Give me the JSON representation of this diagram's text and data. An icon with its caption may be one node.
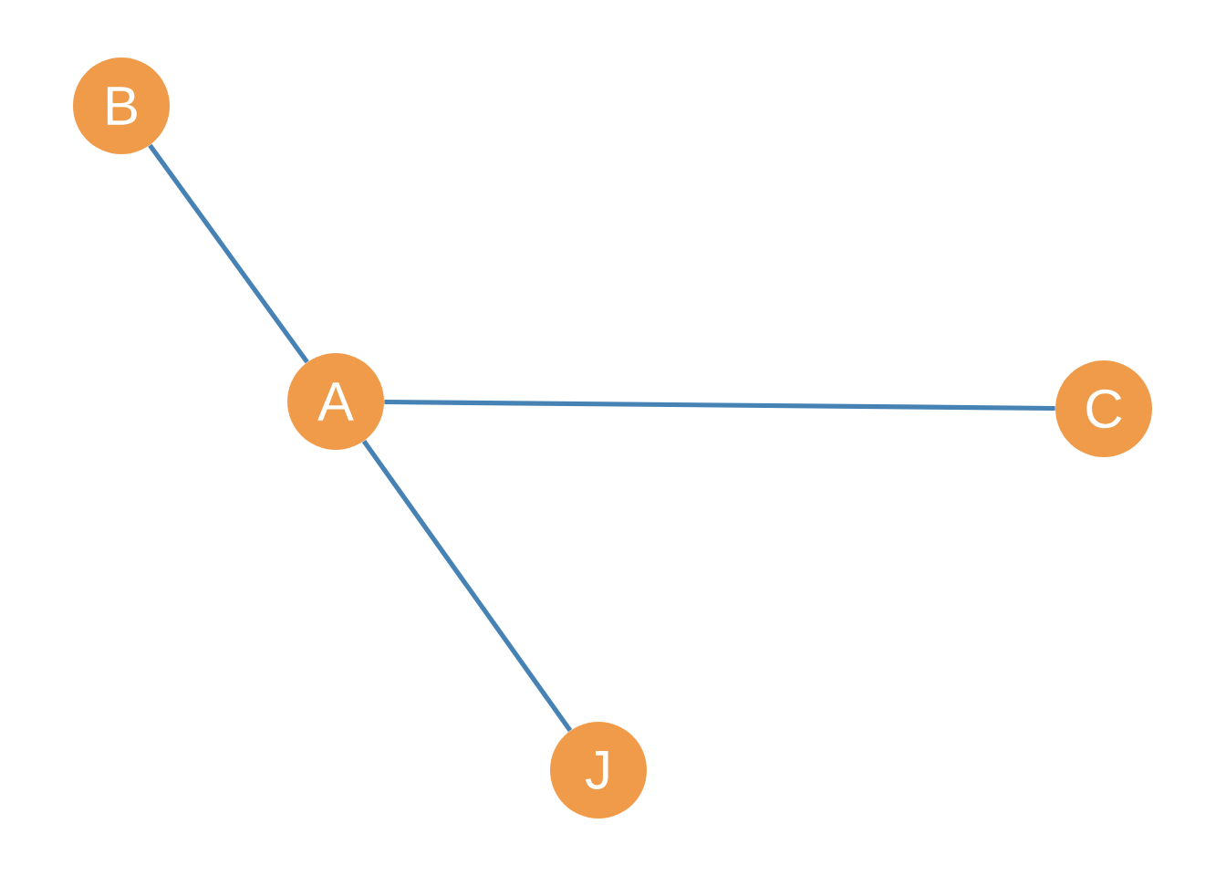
{
  "diagram": {
    "nodes": [
      {
        "text": [
          "B"
        ]
      },
      {
        "text": [
          "A"
        ]
      },
      {
        "text": [
          "C"
        ]
      },
      {
        "text": [
          "J"
        ]
      }
    ],
    "edges": [
      {
        "from": 0,
        "to": 1,
        "arrow": "none"
      },
      {
        "from": 1,
        "to": 2,
        "arrow": "none"
      },
      {
        "from": 1,
        "to": 3,
        "arrow": "none"
      }
    ]
  }
}
